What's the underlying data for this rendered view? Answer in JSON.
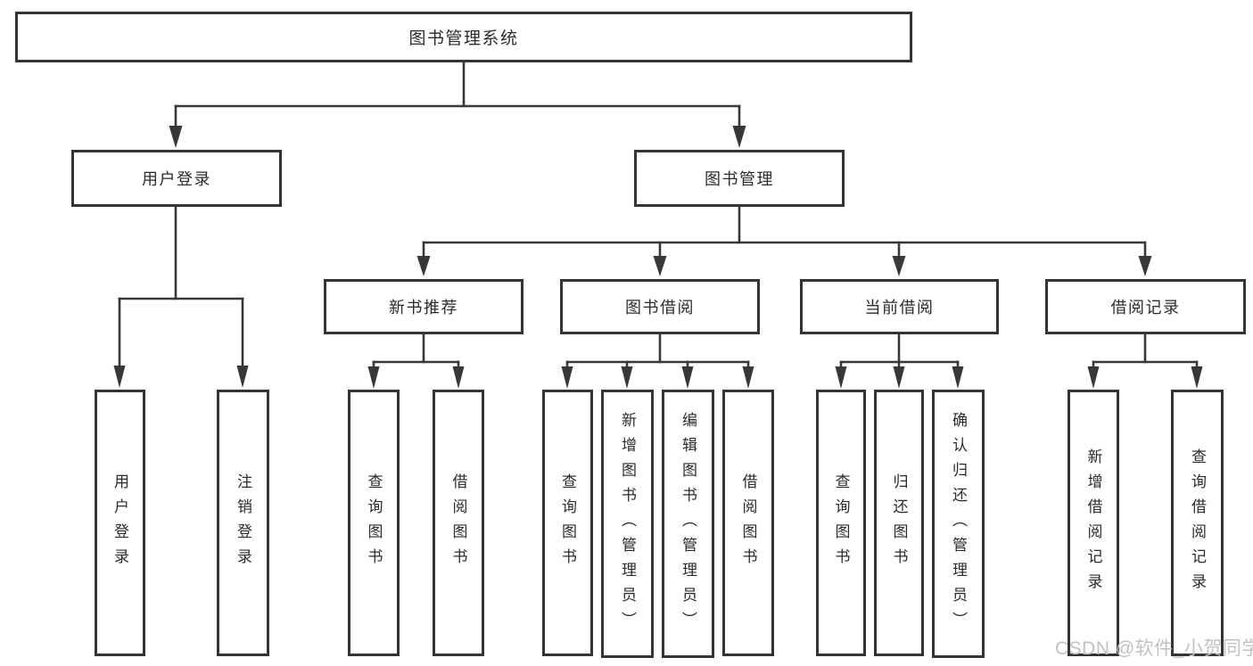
{
  "tree": {
    "label": "图书管理系统",
    "children": [
      {
        "label": "用户登录",
        "children": [
          {
            "label": "用户登录"
          },
          {
            "label": "注销登录"
          }
        ]
      },
      {
        "label": "图书管理",
        "children": [
          {
            "label": "新书推荐",
            "children": [
              {
                "label": "查询图书"
              },
              {
                "label": "借阅图书"
              }
            ]
          },
          {
            "label": "图书借阅",
            "children": [
              {
                "label": "查询图书"
              },
              {
                "label": "新增图书（管理员）"
              },
              {
                "label": "编辑图书（管理员）"
              },
              {
                "label": "借阅图书"
              }
            ]
          },
          {
            "label": "当前借阅",
            "children": [
              {
                "label": "查询图书"
              },
              {
                "label": "归还图书"
              },
              {
                "label": "确认归还（管理员）"
              }
            ]
          },
          {
            "label": "借阅记录",
            "children": [
              {
                "label": "新增借阅记录"
              },
              {
                "label": "查询借阅记录"
              }
            ]
          }
        ]
      }
    ]
  },
  "watermark": "CSDN @软件_小贺同学",
  "colors": {
    "line": "#383838",
    "box_border": "#343434",
    "text": "#2b2b2b",
    "watermark": "#bfc2c6",
    "background": "#ffffff"
  }
}
